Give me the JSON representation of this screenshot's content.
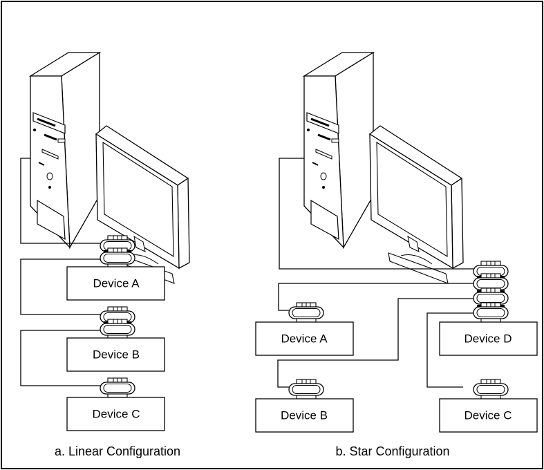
{
  "figure": {
    "linear": {
      "caption": "a. Linear Configuration",
      "devices": [
        "Device A",
        "Device B",
        "Device C"
      ]
    },
    "star": {
      "caption": "b. Star Configuration",
      "devices": [
        "Device A",
        "Device D",
        "Device B",
        "Device C"
      ]
    }
  },
  "icons": [
    "desktop-computer-icon",
    "monitor-icon",
    "stacked-connector-icon",
    "single-connector-icon"
  ]
}
